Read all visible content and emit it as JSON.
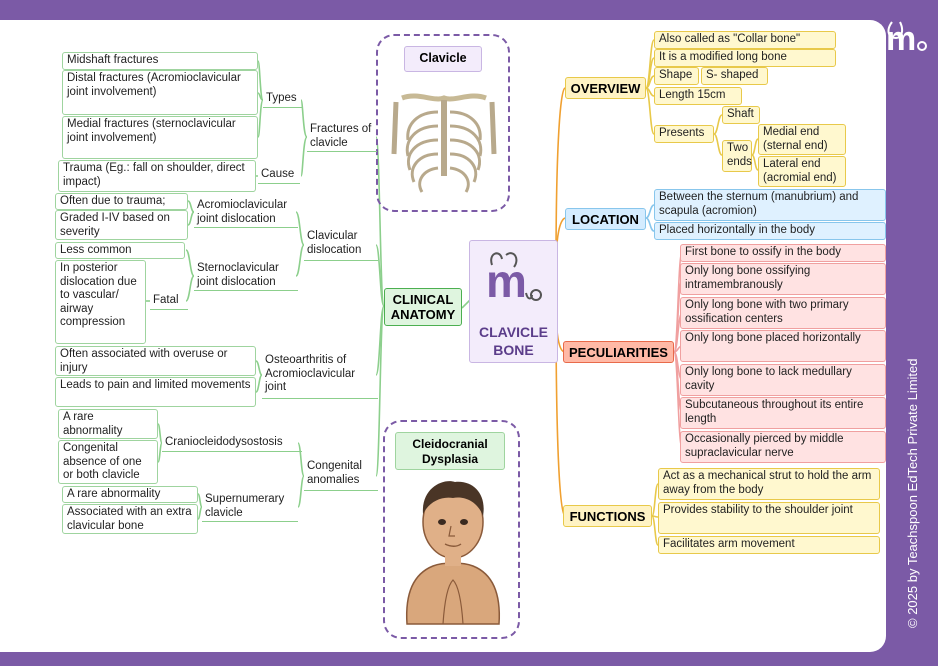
{
  "copyright": "© 2025 by Teachspoon EdTech Private Limited",
  "center": {
    "title_line1": "CLAVICLE",
    "title_line2": "BONE"
  },
  "images": {
    "clavicle_label": "Clavicle",
    "dysplasia_label": "Cleidocranial Dysplasia"
  },
  "overview": {
    "header": "OVERVIEW",
    "also_called": "Also called as \"Collar bone\"",
    "modified": "It is a modified long bone",
    "shape_label": "Shape",
    "shape_value": "S- shaped",
    "length": "Length 15cm",
    "presents_label": "Presents",
    "shaft": "Shaft",
    "two_ends": "Two ends",
    "medial_end": "Medial end (sternal end)",
    "lateral_end": "Lateral end (acromial end)"
  },
  "location": {
    "header": "LOCATION",
    "items": [
      "Between the sternum (manubrium) and scapula (acromion)",
      "Placed horizontally in the body"
    ]
  },
  "peculiarities": {
    "header": "PECULIARITIES",
    "items": [
      "First bone to ossify in the body",
      "Only long bone ossifying intramembranously",
      "Only long bone with two primary ossification centers",
      "Only long bone placed horizontally",
      "Only long bone to lack medullary cavity",
      "Subcutaneous throughout its entire length",
      "Occasionally pierced by middle supraclavicular nerve"
    ]
  },
  "functions": {
    "header": "FUNCTIONS",
    "items": [
      "Act as a mechanical strut to hold the arm away from the body",
      "Provides stability to the shoulder joint",
      "Facilitates arm movement"
    ]
  },
  "clinical": {
    "header": "CLINICAL ANATOMY",
    "fractures": {
      "label": "Fractures of clavicle",
      "types_label": "Types",
      "types": [
        "Midshaft fractures",
        "Distal fractures (Acromioclavicular joint involvement)",
        "Medial fractures (sternoclavicular joint involvement)"
      ],
      "cause_label": "Cause",
      "cause": "Trauma (Eg.: fall on shoulder, direct impact)"
    },
    "dislocation": {
      "label": "Clavicular dislocation",
      "ac_label": "Acromioclavicular joint dislocation",
      "ac_items": [
        "Often due to trauma;",
        "Graded I-IV based on severity"
      ],
      "sc_label": "Sternoclavicular joint dislocation",
      "sc_less": "Less common",
      "fatal_label": "Fatal",
      "fatal_text": "In posterior dislocation due to vascular/ airway compression"
    },
    "osteoarthritis": {
      "label": "Osteoarthritis of Acromioclavicular joint",
      "items": [
        "Often associated with overuse or injury",
        "Leads to pain and limited movements"
      ]
    },
    "congenital": {
      "label": "Congenital anomalies",
      "ccd_label": "Craniocleidodysostosis",
      "ccd_items": [
        "A rare abnormality",
        "Congenital absence of one or both clavicle"
      ],
      "super_label": "Supernumerary clavicle",
      "super_items": [
        "A rare abnormality",
        "Associated with an extra clavicular bone"
      ]
    }
  },
  "colors": {
    "purple": "#7b5aa6",
    "green": "#8ccf8c",
    "yellow": "#e8c94a",
    "blue": "#88c6ec",
    "red": "#f0a0a0",
    "orange": "#f0a030"
  }
}
